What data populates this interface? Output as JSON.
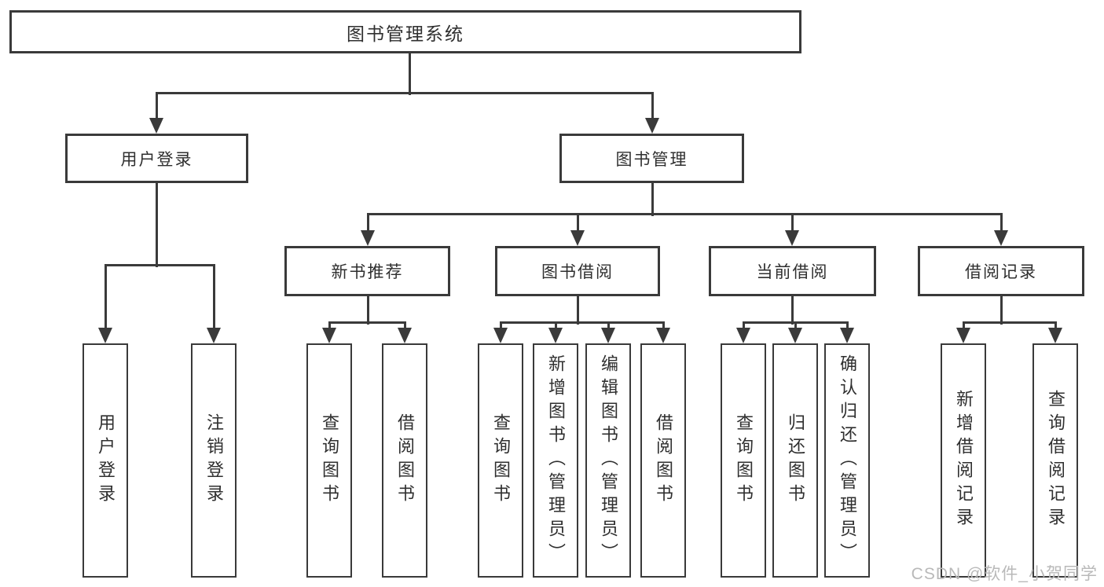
{
  "diagram": {
    "type": "hierarchy-tree",
    "root": {
      "label": "图书管理系统"
    },
    "level2": [
      {
        "label": "用户登录",
        "children": [
          {
            "label": "用户登录"
          },
          {
            "label": "注销登录"
          }
        ]
      },
      {
        "label": "图书管理",
        "sections": [
          {
            "label": "新书推荐",
            "children": [
              {
                "label": "查询图书"
              },
              {
                "label": "借阅图书"
              }
            ]
          },
          {
            "label": "图书借阅",
            "children": [
              {
                "label": "查询图书"
              },
              {
                "label": "新增图书（管理员）"
              },
              {
                "label": "编辑图书（管理员）"
              },
              {
                "label": "借阅图书"
              }
            ]
          },
          {
            "label": "当前借阅",
            "children": [
              {
                "label": "查询图书"
              },
              {
                "label": "归还图书"
              },
              {
                "label": "确认归还（管理员）"
              }
            ]
          },
          {
            "label": "借阅记录",
            "children": [
              {
                "label": "新增借阅记录"
              },
              {
                "label": "查询借阅记录"
              }
            ]
          }
        ]
      }
    ]
  },
  "watermark": {
    "text": "CSDN @软件_小贺同学"
  },
  "colors": {
    "line": "#3a3a3a",
    "text": "#2f2f2f",
    "watermark": "#b9b9b9",
    "background": "#ffffff"
  }
}
